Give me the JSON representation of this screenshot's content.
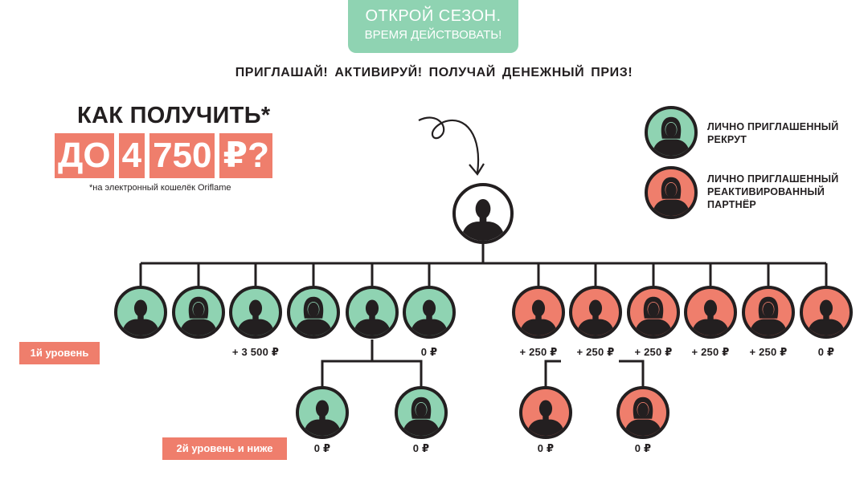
{
  "header": {
    "badge_line1": "ОТКРОЙ СЕЗОН.",
    "badge_line2": "ВРЕМЯ ДЕЙСТВОВАТЬ!",
    "tagline": "ПРИГЛАШАЙ!  АКТИВИРУЙ!  ПОЛУЧАЙ ДЕНЕЖНЫЙ  ПРИЗ!"
  },
  "promo": {
    "how": "КАК ПОЛУЧИТЬ*",
    "amount_parts": [
      "ДО",
      "4",
      "750",
      "₽?"
    ],
    "note": "*на электронный кошелёк Oriflame"
  },
  "legend": {
    "green": [
      "ЛИЧНО ПРИГЛАШЕННЫЙ",
      "РЕКРУТ"
    ],
    "coral": [
      "ЛИЧНО ПРИГЛАШЕННЫЙ",
      "РЕАКТИВИРОВАННЫЙ",
      "ПАРТНЁР"
    ]
  },
  "levels": {
    "level1": "1й уровень",
    "level2": "2й уровень и ниже"
  },
  "colors": {
    "green": "#8fd3b2",
    "coral": "#ef7e6c",
    "dark": "#231f20"
  },
  "tree": {
    "level1": [
      {
        "kind": "green",
        "gender": "male",
        "value": ""
      },
      {
        "kind": "green",
        "gender": "female",
        "value": ""
      },
      {
        "kind": "green",
        "gender": "male",
        "value": "+ 3 500 ₽"
      },
      {
        "kind": "green",
        "gender": "female",
        "value": ""
      },
      {
        "kind": "green",
        "gender": "male",
        "value": ""
      },
      {
        "kind": "green",
        "gender": "male",
        "value": "0 ₽"
      },
      {
        "kind": "coral",
        "gender": "male",
        "value": "+ 250 ₽"
      },
      {
        "kind": "coral",
        "gender": "male",
        "value": "+ 250 ₽"
      },
      {
        "kind": "coral",
        "gender": "female",
        "value": "+ 250 ₽"
      },
      {
        "kind": "coral",
        "gender": "male",
        "value": "+ 250 ₽"
      },
      {
        "kind": "coral",
        "gender": "female",
        "value": "+ 250 ₽"
      },
      {
        "kind": "coral",
        "gender": "male",
        "value": "0 ₽"
      }
    ],
    "level2": [
      {
        "kind": "green",
        "gender": "male",
        "value": "0 ₽"
      },
      {
        "kind": "green",
        "gender": "female",
        "value": "0 ₽"
      },
      {
        "kind": "coral",
        "gender": "male",
        "value": "0 ₽"
      },
      {
        "kind": "coral",
        "gender": "female",
        "value": "0 ₽"
      }
    ]
  }
}
